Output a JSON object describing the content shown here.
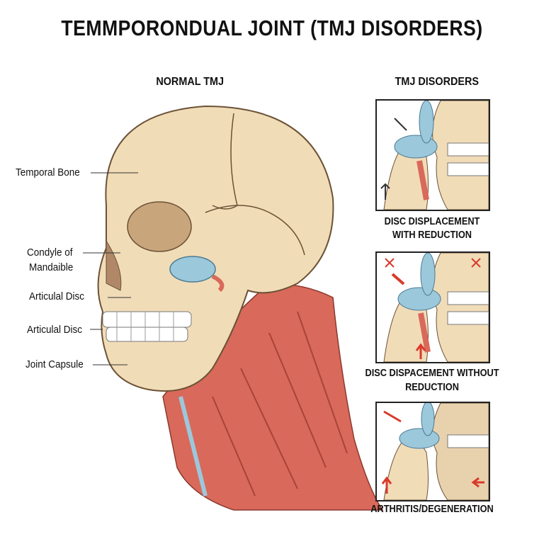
{
  "title": "TEMMPORONDUAL JOINT (TMJ DISORDERS)",
  "normal": {
    "heading": "NORMAL TMJ",
    "labels": [
      "Temporal Bone",
      "Condyle of",
      "Mandaible",
      "Articulal Disc",
      "Articulal Disc",
      "Joint Capsule"
    ]
  },
  "disorders": {
    "heading": "TMJ DISORDERS",
    "panels": [
      {
        "caption_line1": "DISC DISPLACEMENT",
        "caption_line2": "WITH REDUCTION"
      },
      {
        "caption_line1": "DISC DISPACEMENT WITHOUT",
        "caption_line2": "REDUCTION"
      },
      {
        "caption_line1": "ARTHRITIS/DEGENERATION",
        "caption_line2": ""
      }
    ]
  },
  "colors": {
    "bone": "#f1dcb8",
    "muscle": "#d9695a",
    "disc": "#9cc8dc",
    "arrow_red": "#d93a2b"
  }
}
